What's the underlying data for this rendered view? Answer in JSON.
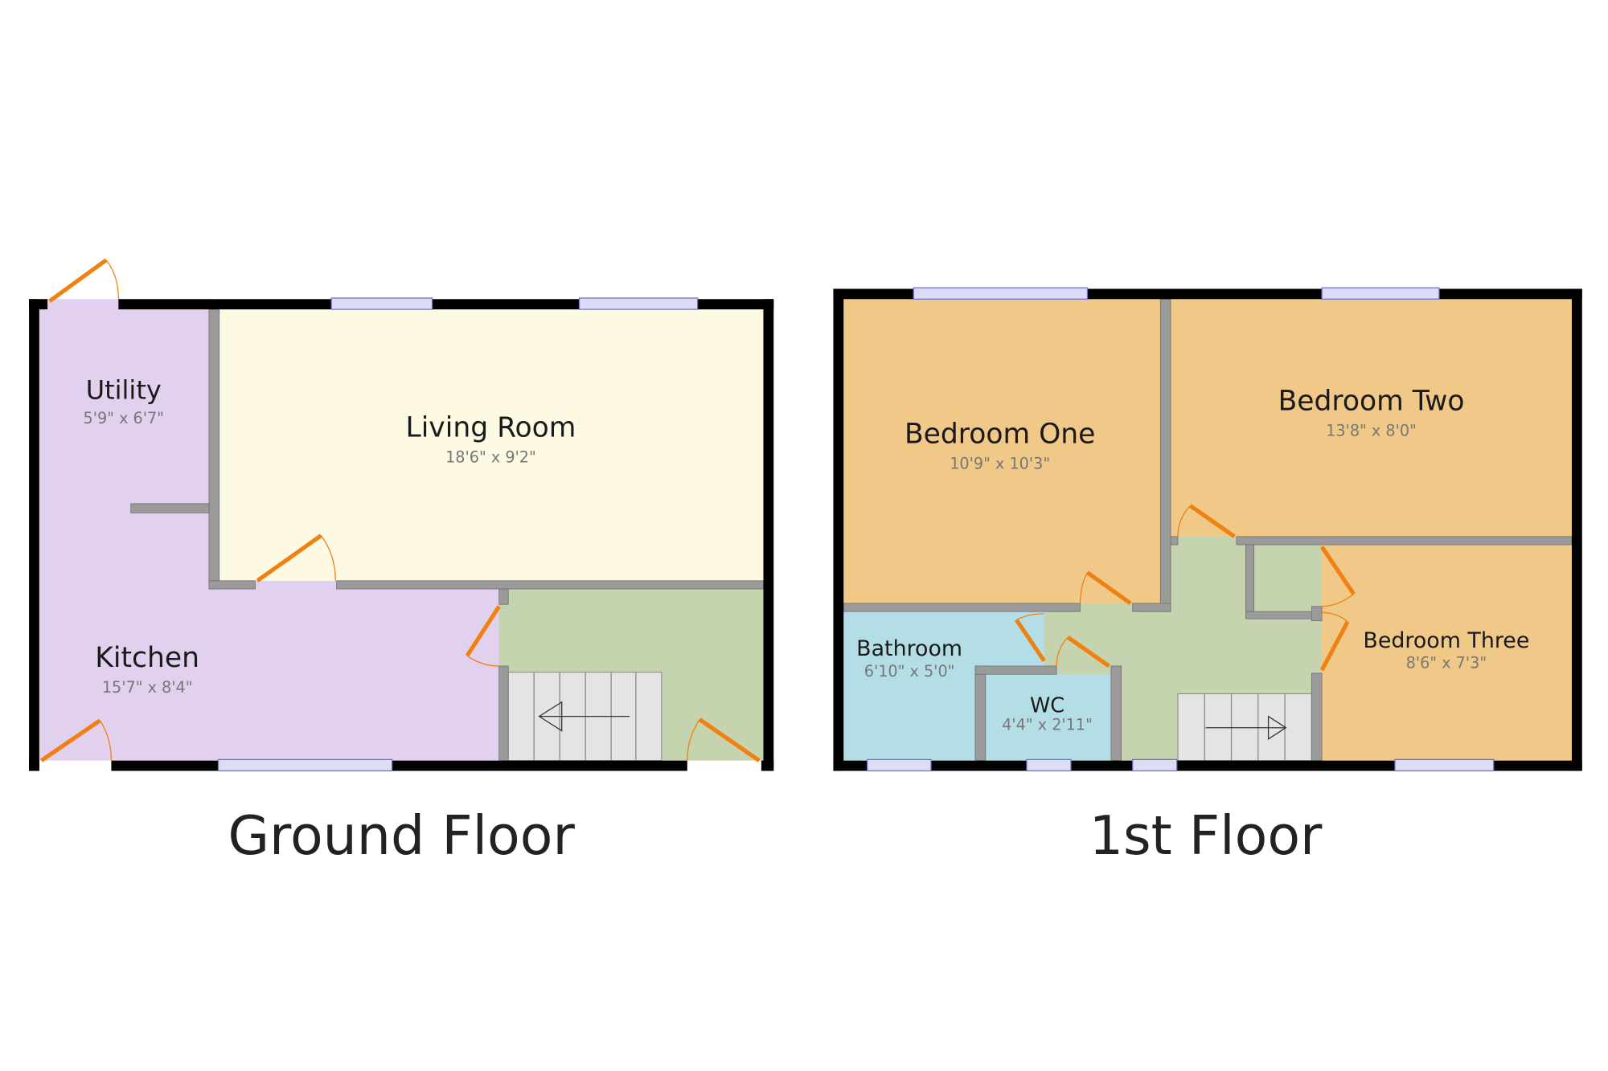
{
  "ground_floor": {
    "title": "Ground Floor",
    "rooms": [
      {
        "name": "Utility",
        "dims": "5'9\" x 6'7\""
      },
      {
        "name": "Living Room",
        "dims": "18'6\" x 9'2\""
      },
      {
        "name": "Kitchen",
        "dims": "15'7\" x 8'4\""
      }
    ]
  },
  "first_floor": {
    "title": "1st Floor",
    "rooms": [
      {
        "name": "Bedroom One",
        "dims": "10'9\" x 10'3\""
      },
      {
        "name": "Bedroom Two",
        "dims": "13'8\" x 8'0\""
      },
      {
        "name": "Bathroom",
        "dims": "6'10\" x 5'0\""
      },
      {
        "name": "WC",
        "dims": "4'4\" x 2'11\""
      },
      {
        "name": "Bedroom Three",
        "dims": "8'6\" x 7'3\""
      }
    ]
  },
  "colors": {
    "utility_kitchen": "#e2d0ef",
    "living": "#fdf9e3",
    "hall": "#c5d3ae",
    "bedroom": "#f0c888",
    "bathroom": "#b3dee5",
    "door": "#f08010"
  }
}
